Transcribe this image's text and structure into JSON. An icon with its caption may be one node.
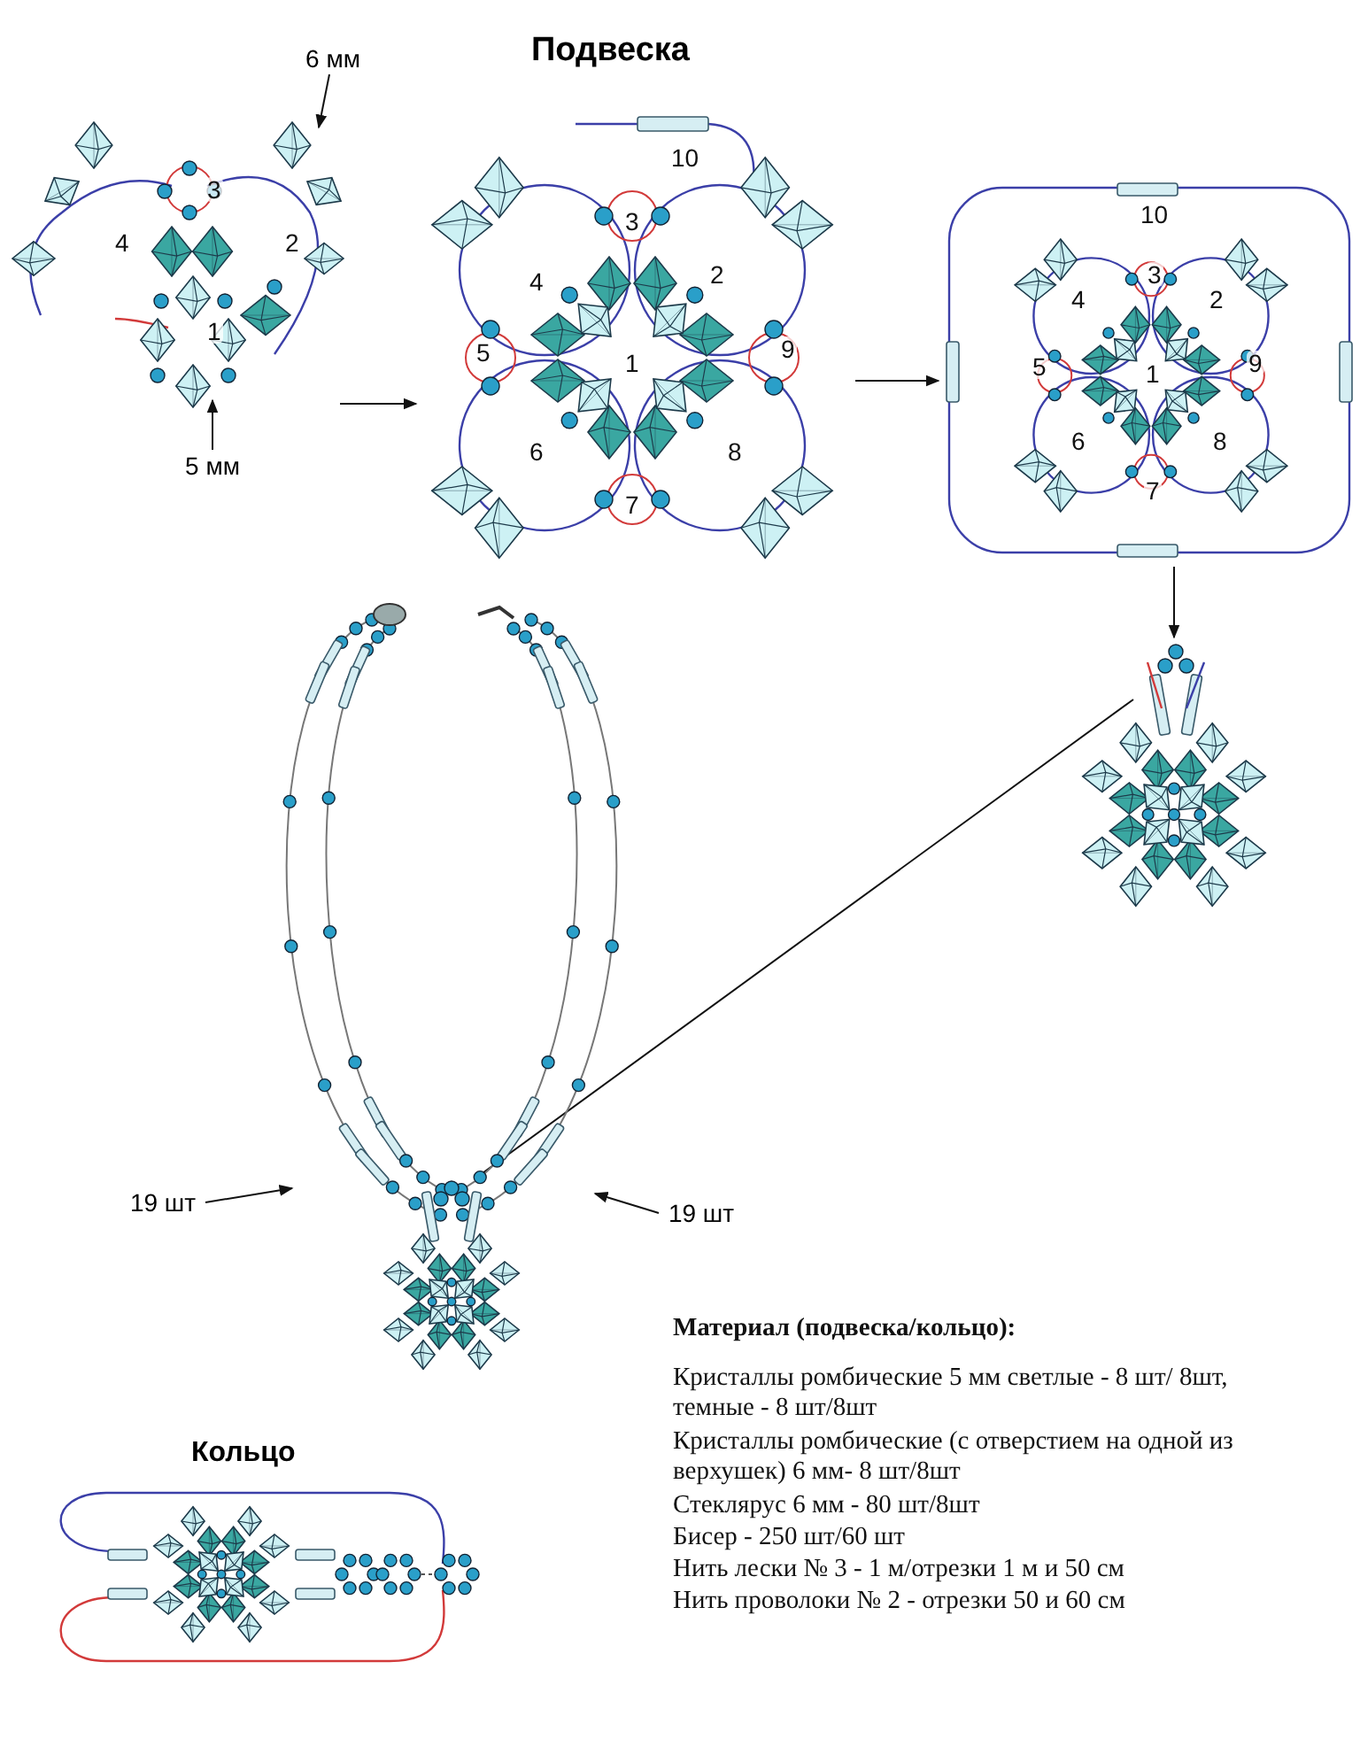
{
  "diagram": {
    "title": "Подвеска",
    "nodes": [
      {
        "text": [
          "6 мм"
        ]
      },
      {
        "text": [
          "5 мм"
        ]
      },
      {
        "text": [],
        "shape": "picture"
      },
      {
        "text": [],
        "shape": "picture"
      },
      {
        "text": [],
        "shape": "picture"
      },
      {
        "text": [],
        "shape": "picture"
      },
      {
        "text": [],
        "shape": "picture"
      },
      {
        "text": [],
        "shape": "picture"
      },
      {
        "text": [
          "19 шт"
        ]
      },
      {
        "text": [
          "19 шт"
        ]
      }
    ],
    "edges": [
      {
        "from": 0,
        "to": 2,
        "arrow": "to"
      },
      {
        "from": 1,
        "to": 2,
        "arrow": "to"
      },
      {
        "from": 2,
        "to": 3,
        "arrow": "to"
      },
      {
        "from": 3,
        "to": 4,
        "arrow": "to"
      },
      {
        "from": 4,
        "to": 5,
        "arrow": "to"
      },
      {
        "from": 5,
        "to": 6,
        "arrow": "none"
      },
      {
        "from": 8,
        "to": 6,
        "arrow": "to"
      },
      {
        "from": 9,
        "to": 6,
        "arrow": "to"
      }
    ],
    "labels": [
      "3",
      "4",
      "2",
      "1",
      "10",
      "3",
      "4",
      "2",
      "5",
      "1",
      "9",
      "6",
      "8",
      "7",
      "10",
      "3",
      "4",
      "2",
      "5",
      "1",
      "9",
      "6",
      "8",
      "7",
      "Материал (подвеска/кольцо):",
      "Кристаллы ромбические 5 мм светлые - 8 шт/ 8шт, темные - 8 шт/8шт",
      "Кристаллы ромбические (с отверстием на одной из верхушек) 6 мм- 8 шт/8шт",
      "Стеклярус 6 мм - 80 шт/8шт",
      "Бисер - 250 шт/60 шт",
      "Нить лески № 3 - 1 м/отрезки 1 м и 50 см",
      "Нить проволоки № 2 - отрезки 50 и 60 см",
      "Кольцо"
    ]
  }
}
